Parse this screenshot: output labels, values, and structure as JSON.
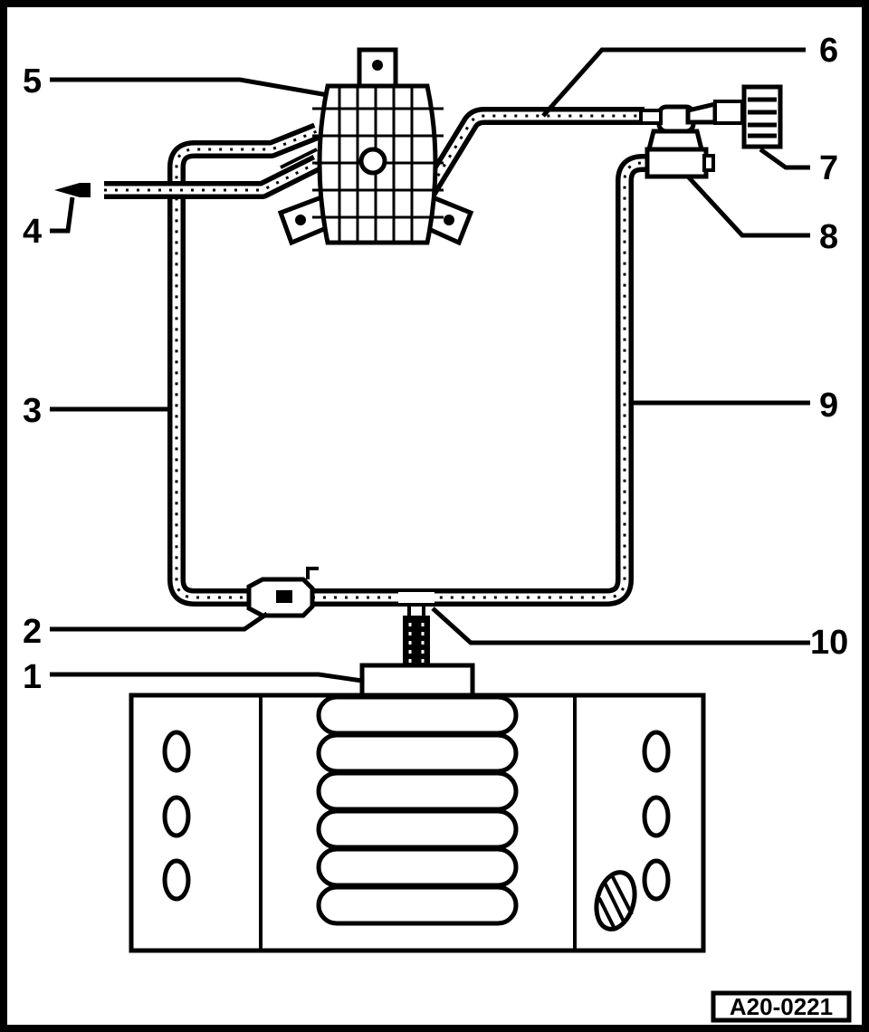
{
  "diagram": {
    "reference_code": "A20-0221",
    "callouts": [
      {
        "id": "1",
        "label": "1"
      },
      {
        "id": "2",
        "label": "2"
      },
      {
        "id": "3",
        "label": "3"
      },
      {
        "id": "4",
        "label": "4"
      },
      {
        "id": "5",
        "label": "5"
      },
      {
        "id": "6",
        "label": "6"
      },
      {
        "id": "7",
        "label": "7"
      },
      {
        "id": "8",
        "label": "8"
      },
      {
        "id": "9",
        "label": "9"
      },
      {
        "id": "10",
        "label": "10"
      }
    ],
    "colors": {
      "line": "#000000",
      "background": "#ffffff"
    }
  }
}
